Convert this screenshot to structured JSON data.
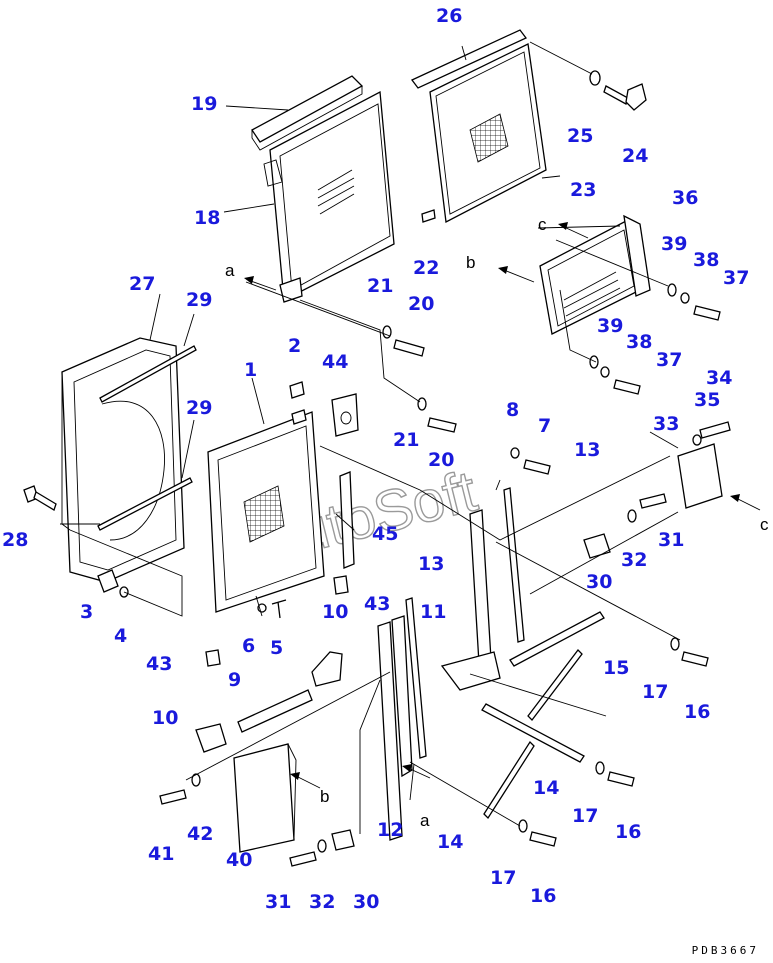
{
  "callouts": {
    "n1": "1",
    "n2": "2",
    "n3": "3",
    "n4": "4",
    "n5": "5",
    "n6": "6",
    "n7": "7",
    "n8": "8",
    "n9": "9",
    "n10a": "10",
    "n10b": "10",
    "n11": "11",
    "n12": "12",
    "n13a": "13",
    "n13b": "13",
    "n14a": "14",
    "n14b": "14",
    "n15": "15",
    "n16a": "16",
    "n16b": "16",
    "n16c": "16",
    "n17a": "17",
    "n17b": "17",
    "n17c": "17",
    "n18": "18",
    "n19": "19",
    "n20a": "20",
    "n20b": "20",
    "n21a": "21",
    "n21b": "21",
    "n22": "22",
    "n23": "23",
    "n24": "24",
    "n25": "25",
    "n26": "26",
    "n27": "27",
    "n28": "28",
    "n29a": "29",
    "n29b": "29",
    "n30a": "30",
    "n30b": "30",
    "n31a": "31",
    "n31b": "31",
    "n32a": "32",
    "n32b": "32",
    "n33": "33",
    "n34": "34",
    "n35": "35",
    "n36": "36",
    "n37a": "37",
    "n37b": "37",
    "n38a": "38",
    "n38b": "38",
    "n39a": "39",
    "n39b": "39",
    "n40": "40",
    "n41": "41",
    "n42": "42",
    "n43a": "43",
    "n43b": "43",
    "n44": "44",
    "n45": "45"
  },
  "refs": {
    "a1": "a",
    "a2": "a",
    "b1": "b",
    "b2": "b",
    "c1": "c",
    "c2": "c"
  },
  "watermark": "AutoSoft",
  "drawing_code": "PDB3667"
}
